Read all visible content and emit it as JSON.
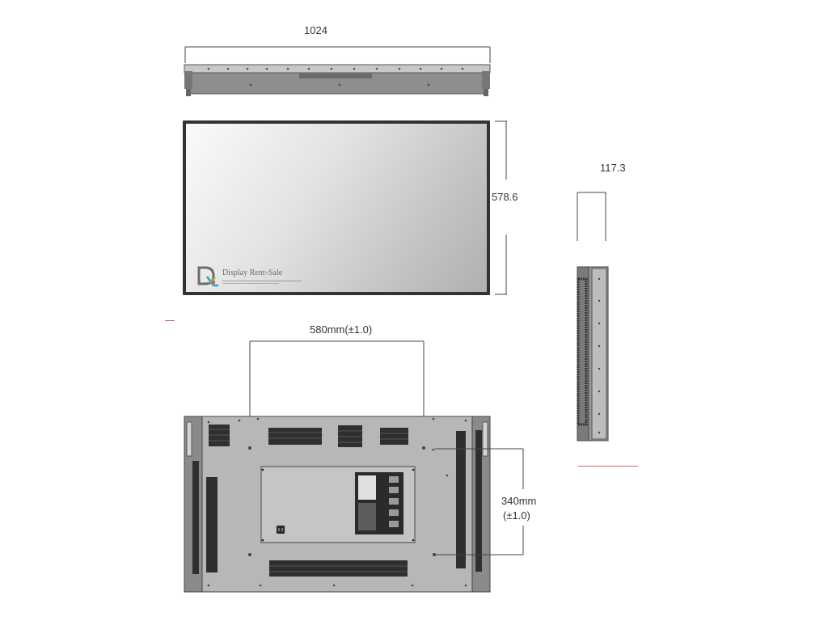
{
  "dimensions": {
    "width": "1024",
    "height": "578.6",
    "depth": "117.3",
    "vesa_horizontal": "580mm(±1.0)",
    "vesa_vertical_line1": "340mm",
    "vesa_vertical_line2": "(±1.0)"
  },
  "watermark": {
    "text": "Display Rent",
    "text_suffix": "Sale"
  },
  "colors": {
    "bezel": "#333333",
    "body_gray": "#8a8a8a",
    "back_panel": "#b5b5b5",
    "accent_red": "#e06060"
  },
  "icons": [
    "dr-logo-icon",
    "power-socket-icon"
  ]
}
